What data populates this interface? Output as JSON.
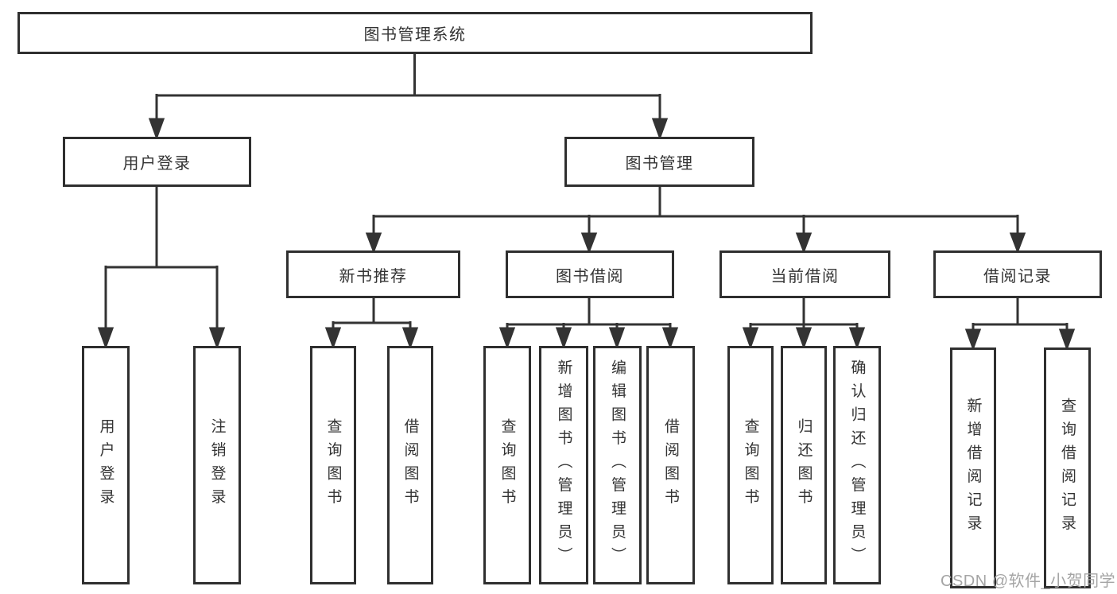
{
  "diagram": {
    "nodes": {
      "root": "图书管理系统",
      "user_login": "用户登录",
      "book_mgmt": "图书管理",
      "new_book_rec": "新书推荐",
      "book_borrow": "图书借阅",
      "current_borrow": "当前借阅",
      "borrow_record": "借阅记录",
      "ul_login": "用户登录",
      "ul_logout": "注销登录",
      "nb_query": "查询图书",
      "nb_borrow": "借阅图书",
      "bb_query": "查询图书",
      "bb_add": "新增图书（管理员）",
      "bb_edit": "编辑图书（管理员）",
      "bb_borrow": "借阅图书",
      "cb_query": "查询图书",
      "cb_return": "归还图书",
      "cb_confirm": "确认归还（管理员）",
      "br_add": "新增借阅记录",
      "br_query": "查询借阅记录"
    },
    "colors": {
      "line": "#333333",
      "box_border": "#2f2f2f",
      "text": "#333333",
      "background": "#ffffff",
      "watermark": "#a5a5a5"
    }
  },
  "watermark": {
    "text": "CSDN @软件_小贺同学"
  }
}
